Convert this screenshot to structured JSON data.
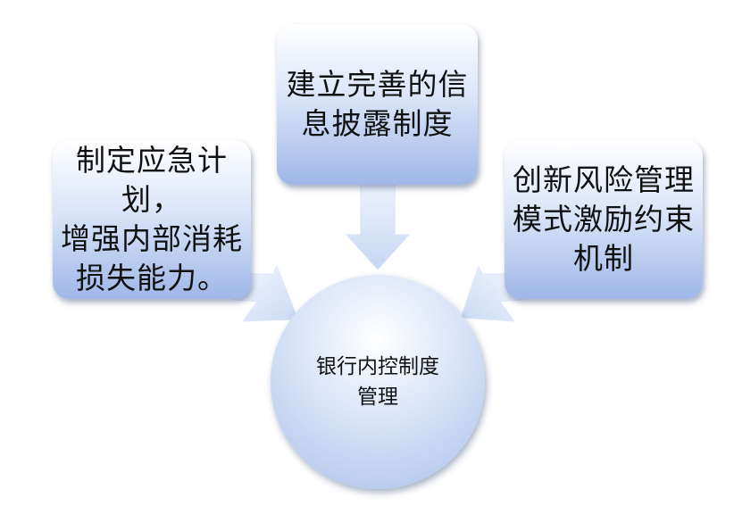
{
  "nodes": {
    "top": {
      "text": "建立完善的信\n息披露制度"
    },
    "left": {
      "text": "制定应急计划，\n增强内部消耗\n损失能力。"
    },
    "right": {
      "text": "创新风险管理\n模式激励约束\n机制"
    },
    "center": {
      "text": "银行内控制度\n管理"
    }
  },
  "colors": {
    "box_light": "#ffffff",
    "box_dark": "#9fb7e8",
    "arrow_light": "#f4f7fd",
    "arrow_dark": "#c9d7f2",
    "text": "#111111"
  }
}
